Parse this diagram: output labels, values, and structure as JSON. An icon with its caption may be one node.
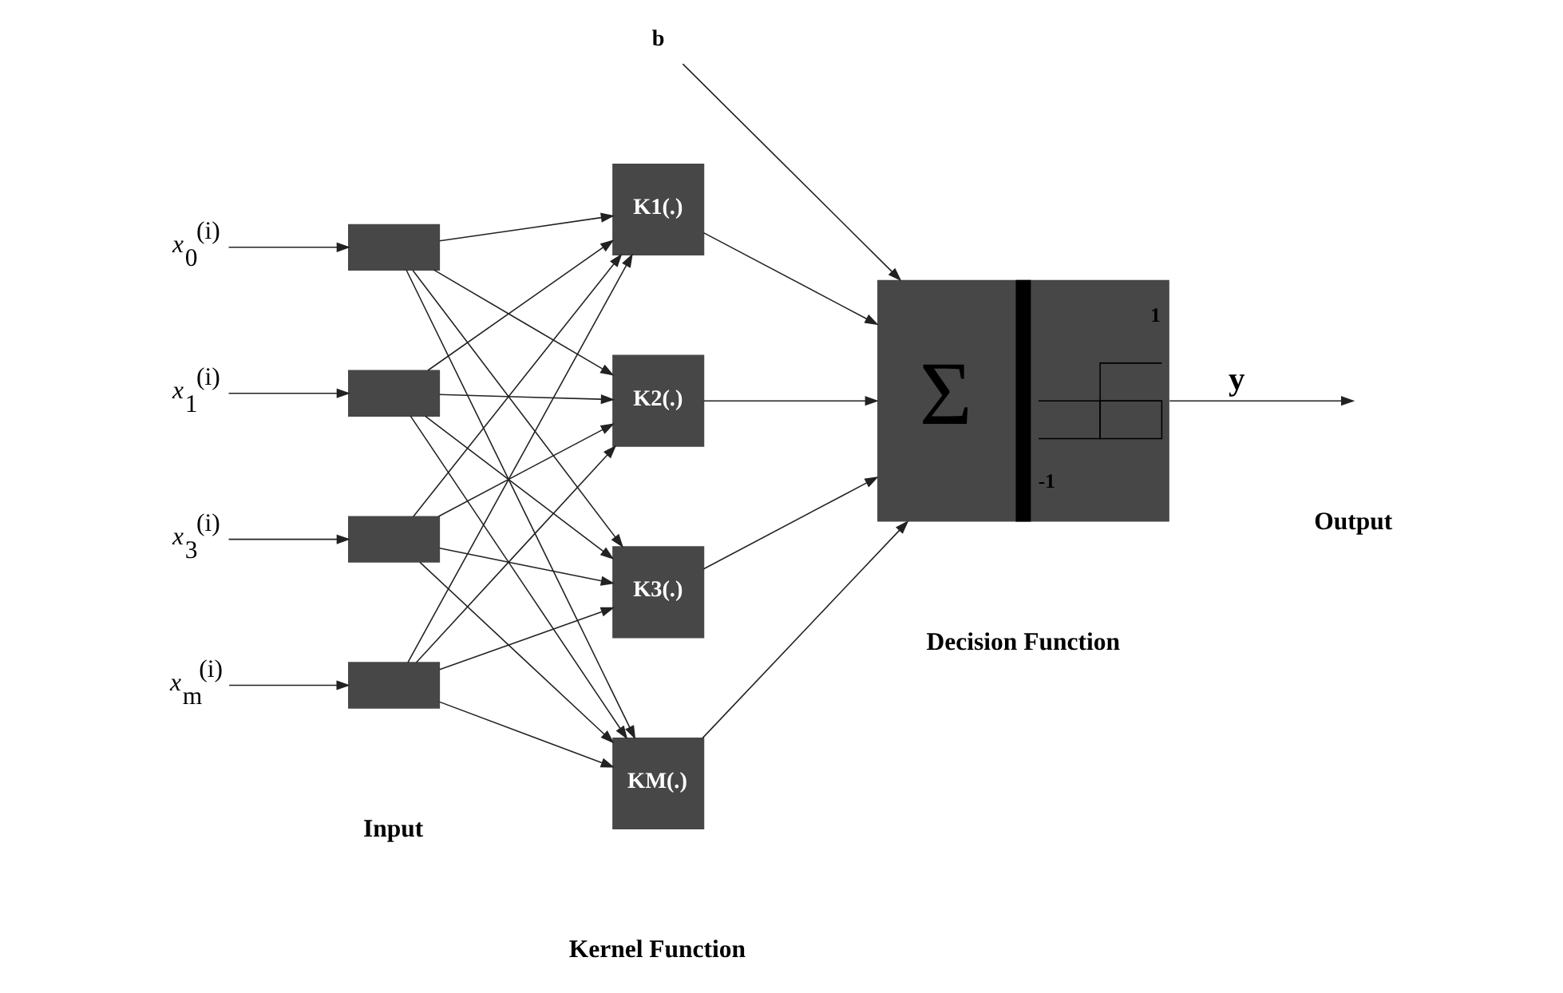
{
  "diagram": {
    "nodes": [
      {
        "text": [
          "*x*$_{0}$$^{(i)}$"
        ]
      },
      {
        "text": [
          "*x*$_{1}$$^{(i)}$"
        ]
      },
      {
        "text": [
          "*x*$_{3}$$^{(i)}$"
        ]
      },
      {
        "text": [
          "*x*$_{m}$$^{(i)}$"
        ]
      },
      {
        "text": [],
        "shape": "box"
      },
      {
        "text": [],
        "shape": "box"
      },
      {
        "text": [],
        "shape": "box"
      },
      {
        "text": [],
        "shape": "box"
      },
      {
        "text": [
          "K1(.)"
        ]
      },
      {
        "text": [
          "K2(.)"
        ]
      },
      {
        "text": [
          "K3(.)"
        ]
      },
      {
        "text": [
          "KM(.)"
        ]
      },
      {
        "text": [
          "Σ",
          "1",
          "-1"
        ]
      },
      {
        "text": [
          "b"
        ]
      }
    ],
    "edges": [
      {
        "from": 0,
        "to": 4,
        "arrow": "to"
      },
      {
        "from": 1,
        "to": 5,
        "arrow": "to"
      },
      {
        "from": 2,
        "to": 6,
        "arrow": "to"
      },
      {
        "from": 3,
        "to": 7,
        "arrow": "to"
      },
      {
        "from": 4,
        "to": 8,
        "arrow": "to"
      },
      {
        "from": 4,
        "to": 9,
        "arrow": "to"
      },
      {
        "from": 4,
        "to": 10,
        "arrow": "to"
      },
      {
        "from": 4,
        "to": 11,
        "arrow": "to"
      },
      {
        "from": 5,
        "to": 8,
        "arrow": "to"
      },
      {
        "from": 5,
        "to": 9,
        "arrow": "to"
      },
      {
        "from": 5,
        "to": 10,
        "arrow": "to"
      },
      {
        "from": 5,
        "to": 11,
        "arrow": "to"
      },
      {
        "from": 6,
        "to": 8,
        "arrow": "to"
      },
      {
        "from": 6,
        "to": 9,
        "arrow": "to"
      },
      {
        "from": 6,
        "to": 10,
        "arrow": "to"
      },
      {
        "from": 6,
        "to": 11,
        "arrow": "to"
      },
      {
        "from": 7,
        "to": 8,
        "arrow": "to"
      },
      {
        "from": 7,
        "to": 9,
        "arrow": "to"
      },
      {
        "from": 7,
        "to": 10,
        "arrow": "to"
      },
      {
        "from": 7,
        "to": 11,
        "arrow": "to"
      },
      {
        "from": 8,
        "to": 12,
        "arrow": "to"
      },
      {
        "from": 9,
        "to": 12,
        "arrow": "to"
      },
      {
        "from": 10,
        "to": 12,
        "arrow": "to"
      },
      {
        "from": 11,
        "to": 12,
        "arrow": "to"
      },
      {
        "from": 13,
        "to": 12,
        "arrow": "to"
      },
      {
        "from": 12,
        "to": null,
        "arrow": "to",
        "label": "y"
      }
    ],
    "labels": [
      "Input",
      "Kernel Function",
      "Decision Function",
      "Output"
    ]
  }
}
